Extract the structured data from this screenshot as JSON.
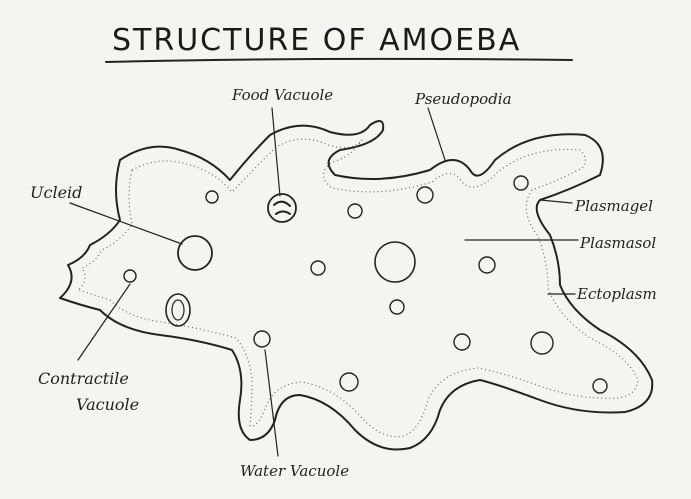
{
  "title": "STRUCTURE OF AMOEBA",
  "labels": {
    "food_vacuole": "Food Vacuole",
    "pseudopodia": "Pseudopodia",
    "nucleus": "Ucleid",
    "plasmagel": "Plasmagel",
    "plasmasol": "Plasmasol",
    "ectoplasm": "Ectoplasm",
    "contractile_line1": "Contractile",
    "contractile_line2": "Vacuole",
    "water_vacuole": "Water Vacuole"
  },
  "colors": {
    "ink": "#222222",
    "paper": "#f4f4f2"
  }
}
